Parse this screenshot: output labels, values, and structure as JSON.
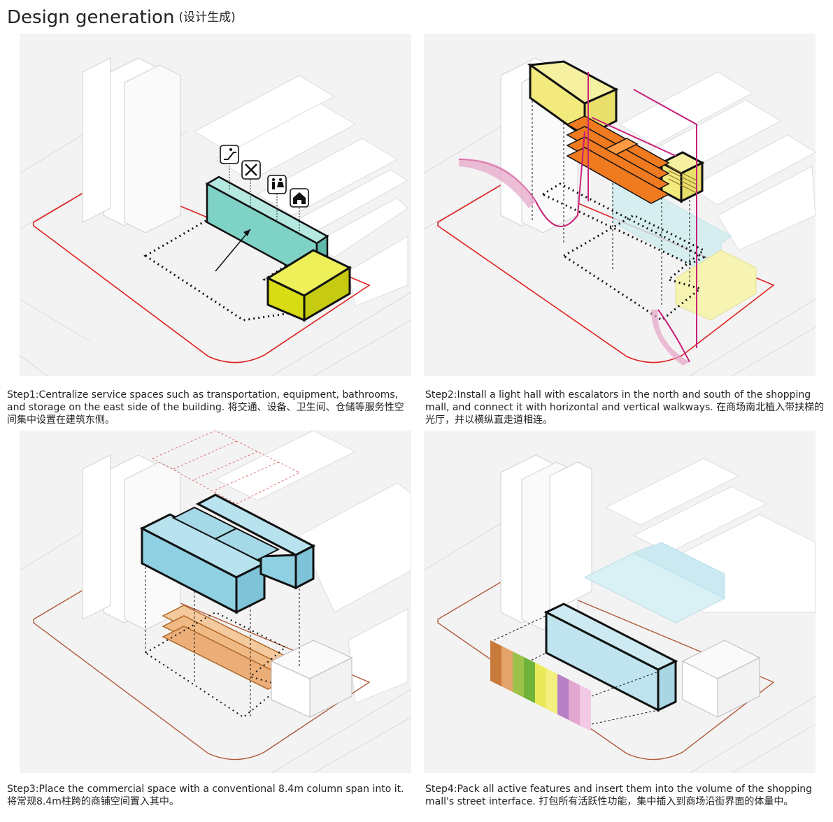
{
  "header": {
    "title": "Design generation",
    "subtitle": "(设计生成)"
  },
  "steps": [
    {
      "caption": "Step1:Centralize service spaces such as transportation, equipment, bathrooms, and storage on the east side of the building. 将交通、设备、卫生间、仓储等服务性空间集中设置在建筑东侧。"
    },
    {
      "caption": "Step2:Install a light hall with escalators in the north and south of the shopping mall, and connect it with horizontal and vertical walkways. 在商场南北植入带扶梯的光厅，并以横纵直走道相连。"
    },
    {
      "caption": "Step3:Place the commercial space with a conventional 8.4m column span into it. 将常规8.4m柱跨的商铺空间置入其中。"
    },
    {
      "caption": "Step4:Pack all active features and insert them into the volume of the shopping mall's street interface. 打包所有活跃性功能，集中插入到商场沿街界面的体量中。"
    }
  ],
  "icons": [
    "escalator-icon",
    "tools-icon",
    "restroom-icon",
    "storage-icon"
  ],
  "colors": {
    "service_teal": "#7fd3c6",
    "service_yellow": "#d8dc14",
    "light_hall_yellow": "#f2ea7c",
    "walkway_orange": "#f07a1f",
    "shop_blue": "#8fd0e3",
    "site_red": "#e02020",
    "path_magenta": "#c8207a"
  },
  "street_strip_colors": [
    "#c97a3a",
    "#e4a36a",
    "#9cc24a",
    "#6fb33a",
    "#e9e95a",
    "#f4f080",
    "#b77fc4",
    "#e3a6cf",
    "#f2c8e4"
  ]
}
